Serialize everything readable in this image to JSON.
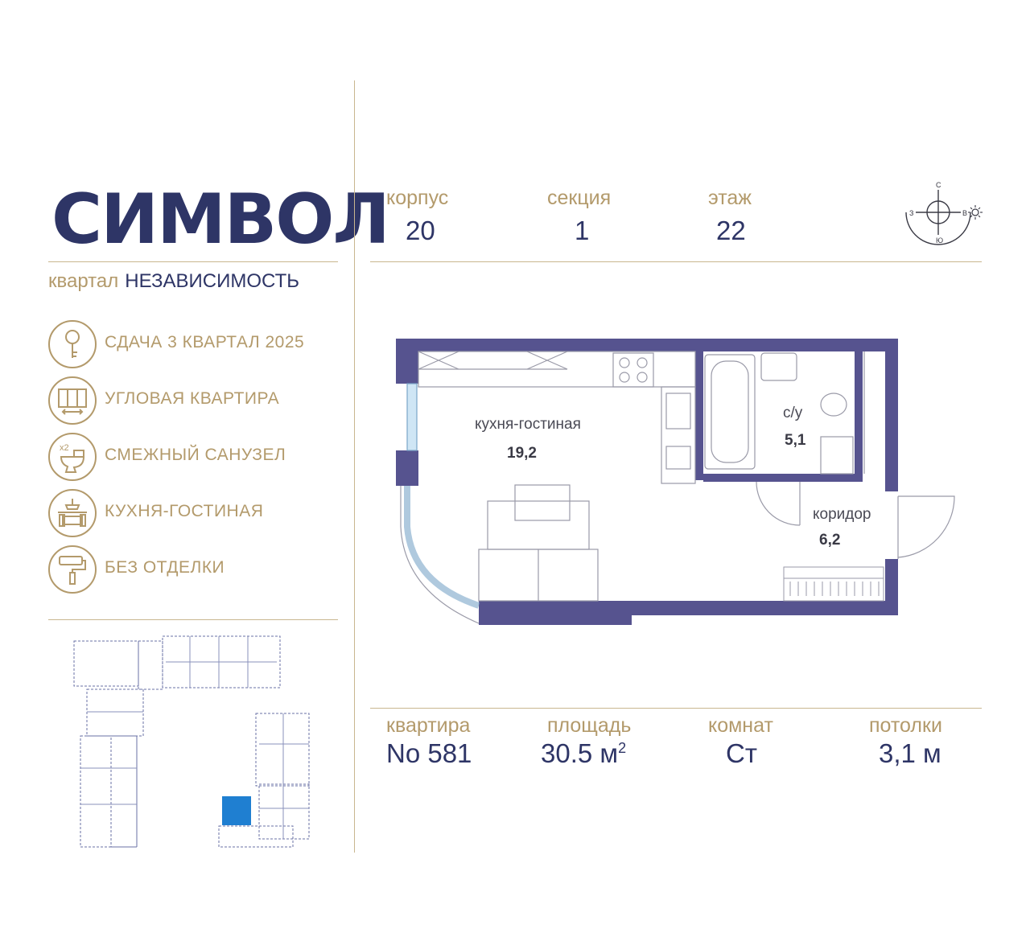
{
  "brand": {
    "logo": "СИМВОЛ",
    "district_label": "квартал",
    "district_name": "НЕЗАВИСИМОСТЬ"
  },
  "features": [
    {
      "label": "СДАЧА 3 КВАРТАЛ 2025",
      "icon": "key-icon"
    },
    {
      "label": "УГЛОВАЯ КВАРТИРА",
      "icon": "corner-window-icon"
    },
    {
      "label": "СМЕЖНЫЙ САНУЗЕЛ",
      "icon": "toilet-x2-icon",
      "icon_text": "x2"
    },
    {
      "label": "КУХНЯ-ГОСТИНАЯ",
      "icon": "kitchen-living-icon"
    },
    {
      "label": "БЕЗ ОТДЕЛКИ",
      "icon": "paint-roller-icon"
    }
  ],
  "header": {
    "building_label": "корпус",
    "building_value": "20",
    "section_label": "секция",
    "section_value": "1",
    "floor_label": "этаж",
    "floor_value": "22"
  },
  "compass": {
    "north": "С",
    "west": "З",
    "east": "В",
    "south": "Ю"
  },
  "plan": {
    "rooms": [
      {
        "name": "кухня-гостиная",
        "area": "19,2"
      },
      {
        "name": "с/у",
        "area": "5,1"
      },
      {
        "name": "коридор",
        "area": "6,2"
      }
    ]
  },
  "footer": {
    "apartment_label": "квартира",
    "apartment_value": "No 581",
    "area_label": "площадь",
    "area_value": "30.5 м",
    "area_unit_sup": "2",
    "rooms_label": "комнат",
    "rooms_value": "Ст",
    "ceiling_label": "потолки",
    "ceiling_value": "3,1 м"
  },
  "colors": {
    "navy": "#2e3566",
    "gold": "#b39a6b",
    "wall": "#56538f",
    "highlight": "#1f7fd1"
  }
}
